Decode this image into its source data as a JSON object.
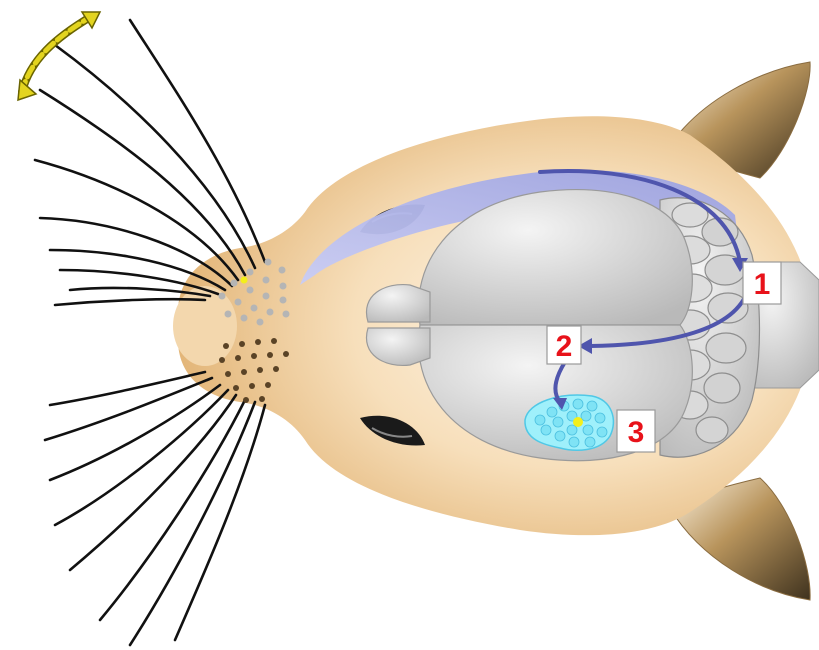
{
  "labels": [
    {
      "id": "step-1",
      "text": "1"
    },
    {
      "id": "step-2",
      "text": "2"
    },
    {
      "id": "step-3",
      "text": "3"
    }
  ],
  "colors": {
    "head_fill": "#edc790",
    "head_light": "#fbeede",
    "ear_dark": "#5b4a2e",
    "pathway": "#5a5fb0",
    "pathway_light": "#c4c8f2",
    "barrel": "#7fe3f5",
    "barrel_center": "#f4ef1a",
    "label_text": "#e8121a",
    "whisker_arrow": "#e3d41f",
    "brain": "#d6d6d6"
  },
  "icons": [
    "whisker-movement-arrow-icon",
    "eye-icon",
    "ear-icon",
    "brain-icon"
  ]
}
